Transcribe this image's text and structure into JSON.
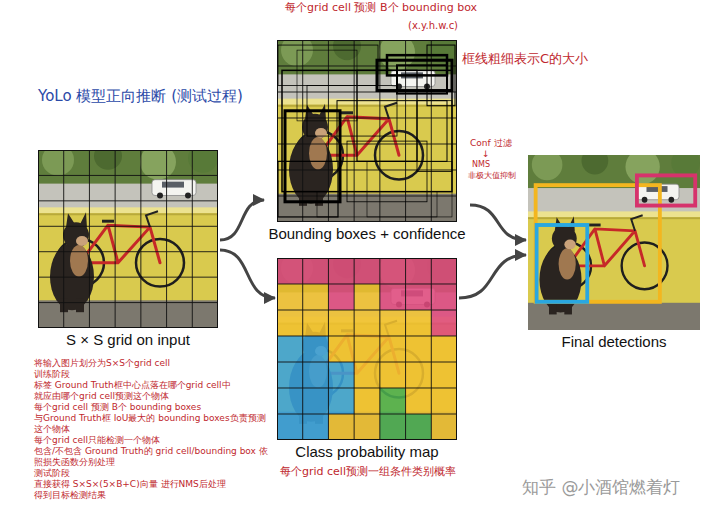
{
  "diagram": {
    "title": "YoLo 模型正向推断 (测试过程)",
    "nodes": [
      {
        "text": [
          "S × S grid on input"
        ]
      },
      {
        "text": [
          "Bounding boxes + confidence"
        ]
      },
      {
        "text": [
          "Class probability map"
        ]
      },
      {
        "text": [
          "Final detections"
        ]
      }
    ],
    "edges": [
      {
        "from": 0,
        "to": 1,
        "arrow": "to"
      },
      {
        "from": 0,
        "to": 2,
        "arrow": "to"
      },
      {
        "from": 1,
        "to": 3,
        "arrow": "to"
      },
      {
        "from": 2,
        "to": 3,
        "arrow": "to"
      }
    ],
    "labels": [
      "每个grid cell 预测 B个 bounding box",
      "(x.y.h.w.c)",
      "框线粗细表示C的大小",
      "Conf 过滤",
      "↓",
      "NMS",
      "非极大值抑制",
      "将输入图片划分为S×S个grid cell",
      "训练阶段",
      "标签 Ground Truth框中心点落在哪个grid cell中",
      "就应由哪个grid cell预测这个物体",
      "每个grid cell 预测 B个 bounding boxes",
      "与Ground Truth框 IoU最大的 bounding boxes负责预测这个物体",
      "每个grid cell只能检测一个物体",
      "包含/不包含 Ground Truth的 grid cell/bounding box 依照损失函数分别处理",
      "测试阶段",
      "直接获得 S×S×(5×B+C)向量 进行NMS后处理",
      "得到目标检测结果",
      "每个grid cell预测一组条件类别概率",
      "知乎 @小酒馆燃着灯"
    ]
  }
}
